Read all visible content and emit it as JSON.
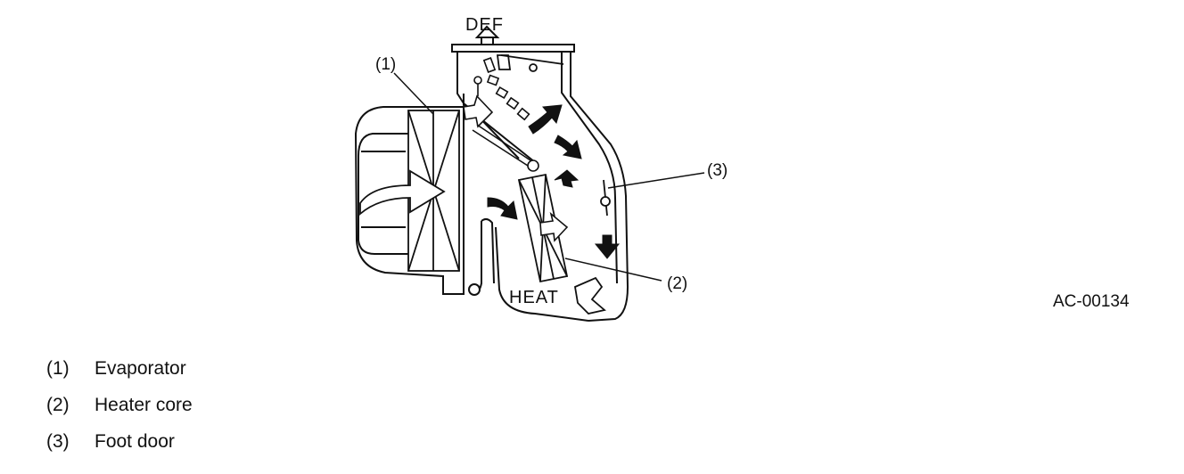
{
  "diagram": {
    "flow_labels": {
      "def": "DEF",
      "heat": "HEAT"
    },
    "callouts": [
      {
        "id": "1",
        "label": "(1)"
      },
      {
        "id": "2",
        "label": "(2)"
      },
      {
        "id": "3",
        "label": "(3)"
      }
    ],
    "figure_id": "AC-00134"
  },
  "legend": [
    {
      "num": "(1)",
      "text": "Evaporator"
    },
    {
      "num": "(2)",
      "text": "Heater core"
    },
    {
      "num": "(3)",
      "text": "Foot door"
    }
  ]
}
